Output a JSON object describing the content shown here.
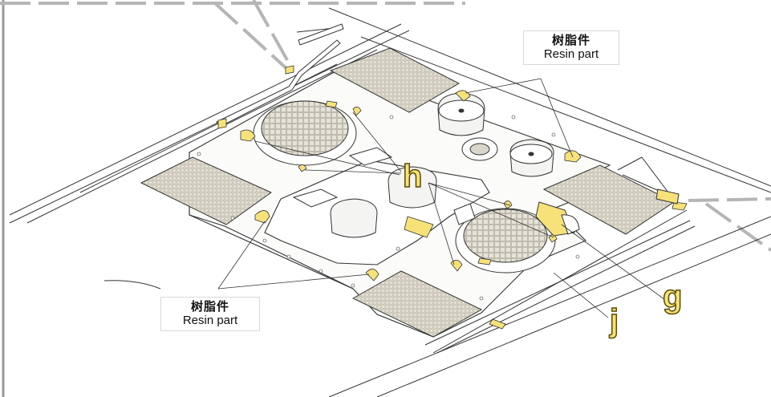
{
  "labels": {
    "resin_top": {
      "zh": "树脂件",
      "en": "Resin part"
    },
    "resin_bottom": {
      "zh": "树脂件",
      "en": "Resin part"
    }
  },
  "callouts": {
    "h": "h",
    "g": "g",
    "j": "j"
  },
  "colors": {
    "photoetch_yellow": "#f7e27a",
    "outline": "#222222",
    "grille_fill": "#d9d6cc",
    "leader_gray": "#bdbdbd"
  }
}
